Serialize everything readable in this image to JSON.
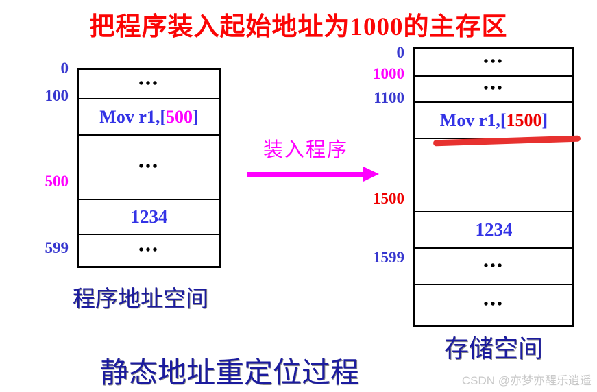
{
  "title": "把程序装入起始地址为1000的主存区",
  "loader_arrow": {
    "label": "装入程序"
  },
  "left_memory": {
    "caption": "程序地址空间",
    "address_labels": [
      {
        "value": "0"
      },
      {
        "value": "100"
      },
      {
        "value": "500"
      },
      {
        "value": "599"
      }
    ],
    "cells": {
      "cell1": "•••",
      "instruction": {
        "prefix": "Mov r1,[",
        "operand": "500",
        "suffix": "]"
      },
      "cell3": "•••",
      "data_value": "1234",
      "cell5": "•••"
    }
  },
  "right_memory": {
    "caption": "存储空间",
    "address_labels": [
      {
        "value": "0"
      },
      {
        "value": "1000"
      },
      {
        "value": "1100"
      },
      {
        "value": "1500"
      },
      {
        "value": "1599"
      }
    ],
    "cells": {
      "cell1": "•••",
      "cell2": "•••",
      "instruction": {
        "prefix": "Mov r1,[",
        "operand": "1500",
        "suffix": "]"
      },
      "data_value": "1234",
      "cell6": "•••",
      "cell7": "•••"
    }
  },
  "footer": {
    "process_title": "静态地址重定位过程"
  },
  "watermark": "CSDN @亦梦亦醒乐逍遥",
  "colors": {
    "title_red": "#fb0505",
    "magenta": "#ff00ff",
    "address_blue": "#3737cf",
    "instruction_blue": "#3333e6",
    "operand_red": "#ee0000",
    "caption_navy": "#1b1b9e",
    "strike_red": "#e7312f",
    "watermark_gray": "#c9c9c9"
  }
}
